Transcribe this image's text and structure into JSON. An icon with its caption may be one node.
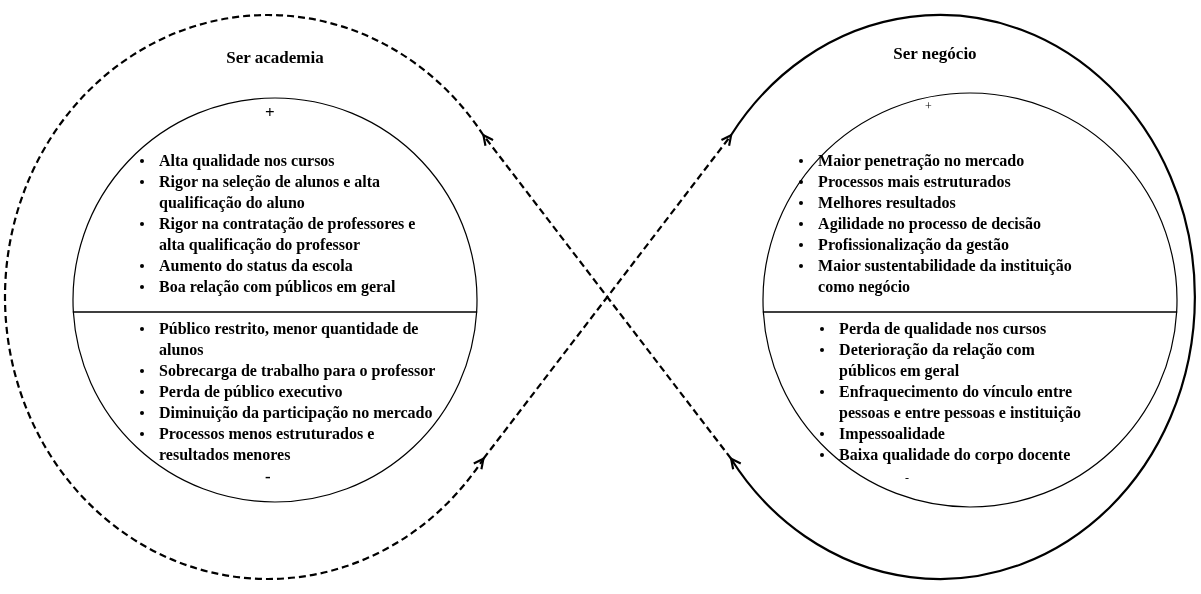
{
  "diagram": {
    "nodes": [
      {
        "text": [
          "Ser academia"
        ]
      },
      {
        "text": [
          "+",
          "Alta qualidade nos cursos",
          "Rigor na seleção de alunos e alta qualificação do aluno",
          "Rigor na contratação de professores e alta qualificação do professor",
          "Aumento do status da escola",
          "Boa relação com públicos em geral"
        ],
        "in": 0
      },
      {
        "text": [
          "Público restrito, menor quantidade de alunos",
          "Sobrecarga de trabalho para o professor",
          "Perda de público executivo",
          "Diminuição da participação no mercado",
          "Processos menos estruturados e resultados menores",
          "-"
        ],
        "in": 0
      },
      {
        "text": [
          "Ser negócio"
        ]
      },
      {
        "text": [
          "+",
          "Maior penetração no mercado",
          "Processos mais estruturados",
          "Melhores resultados",
          "Agilidade no processo de decisão",
          "Profissionalização da gestão",
          "Maior sustentabilidade da instituição como negócio"
        ],
        "in": 3
      },
      {
        "text": [
          "Perda de qualidade nos cursos",
          "Deterioração da relação com públicos em geral",
          "Enfraquecimento do vínculo entre pessoas e entre pessoas e instituição",
          "Impessoalidade",
          "Baixa qualidade do corpo docente",
          "-"
        ],
        "in": 3
      }
    ],
    "edges": [
      {
        "from": 0,
        "to": 3,
        "arrow": "to",
        "style": "dashed"
      },
      {
        "from": 3,
        "to": 0,
        "arrow": "to",
        "style": "dashed"
      }
    ]
  }
}
